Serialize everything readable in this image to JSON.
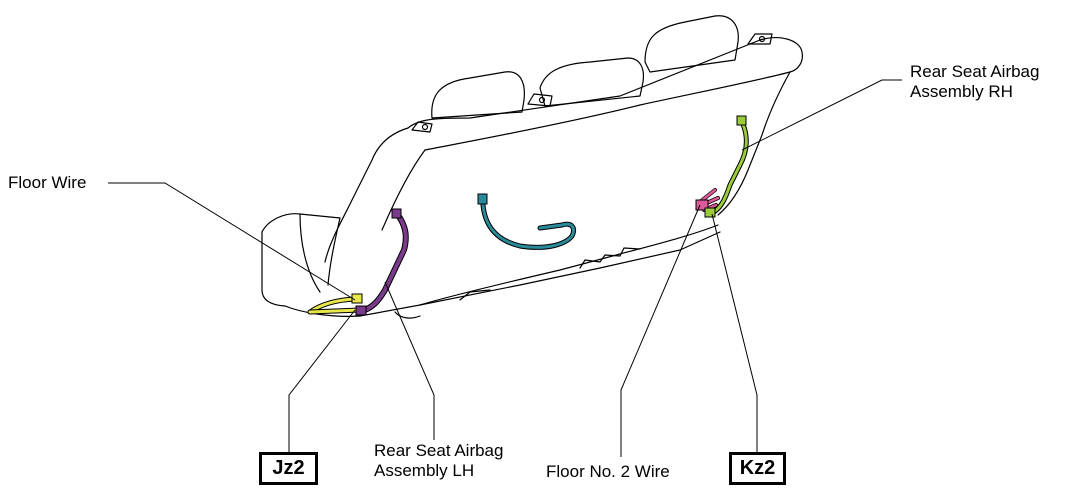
{
  "labels": {
    "floor_wire": "Floor Wire",
    "rh_line1": "Rear Seat Airbag",
    "rh_line2": "Assembly RH",
    "lh_line1": "Rear Seat Airbag",
    "lh_line2": "Assembly LH",
    "floor_no2": "Floor No. 2 Wire"
  },
  "connectors": {
    "jz2": "Jz2",
    "kz2": "Kz2"
  },
  "colors": {
    "outline": "#000000",
    "floor_wire": "#e8e84a",
    "lh_harness": "#7a3a8c",
    "center_harness": "#2a8a9a",
    "floor_no2_wire": "#e05a9a",
    "rh_harness": "#9acc3a"
  }
}
